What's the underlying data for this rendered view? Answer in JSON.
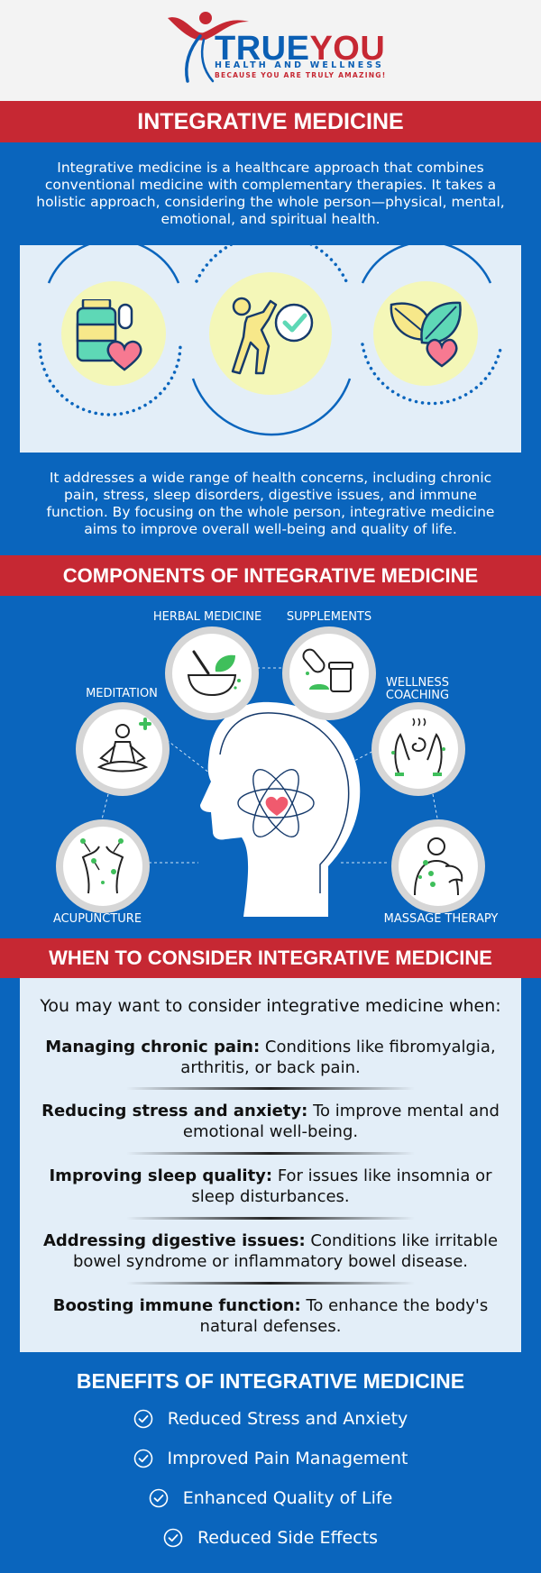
{
  "brand": {
    "name_part1": "TRUE",
    "name_part2": "YOU",
    "subtitle": "HEALTH AND WELLNESS",
    "tagline": "BECAUSE YOU ARE TRULY AMAZING!"
  },
  "colors": {
    "primary_blue": "#0a65bd",
    "accent_red": "#c62833",
    "panel_bg": "#e3eef8",
    "icon_yellow": "#f7e88a",
    "icon_teal": "#5ed8b6"
  },
  "sections": {
    "intro_title": "INTEGRATIVE MEDICINE",
    "intro_text": "Integrative medicine is a healthcare approach that combines conventional medicine with complementary therapies. It takes a holistic approach, considering the whole person—physical, mental, emotional, and spiritual health.",
    "icons": [
      "medicine-heart-icon",
      "exercise-check-icon",
      "leaf-heart-icon"
    ],
    "scope_text": "It addresses a wide range of health concerns, including chronic pain, stress, sleep disorders, digestive issues, and immune function. By focusing on the whole person, integrative medicine aims to improve overall well-being and quality of life.",
    "components_title": "COMPONENTS OF INTEGRATIVE MEDICINE",
    "components": {
      "herbal": "HERBAL MEDICINE",
      "supplements": "SUPPLEMENTS",
      "meditation": "MEDITATION",
      "wellness_line1": "WELLNESS",
      "wellness_line2": "COACHING",
      "acupuncture": "ACUPUNCTURE",
      "massage": "MASSAGE THERAPY"
    },
    "when_title": "WHEN TO CONSIDER INTEGRATIVE MEDICINE",
    "when_intro": "You may want to consider integrative medicine when:",
    "when_items": [
      {
        "bold": "Managing chronic pain:",
        "text": " Conditions like fibromyalgia, arthritis, or back pain."
      },
      {
        "bold": "Reducing stress and anxiety:",
        "text": " To improve mental and emotional well-being."
      },
      {
        "bold": "Improving sleep quality:",
        "text": " For issues like insomnia or sleep disturbances."
      },
      {
        "bold": "Addressing digestive issues:",
        "text": " Conditions like irritable bowel syndrome or inflammatory bowel disease."
      },
      {
        "bold": "Boosting immune function:",
        "text": " To enhance the body's natural defenses."
      }
    ],
    "benefits_title": "BENEFITS OF INTEGRATIVE MEDICINE",
    "benefits": [
      "Reduced Stress and Anxiety",
      "Improved Pain Management",
      "Enhanced Quality of Life",
      "Reduced Side Effects"
    ]
  }
}
